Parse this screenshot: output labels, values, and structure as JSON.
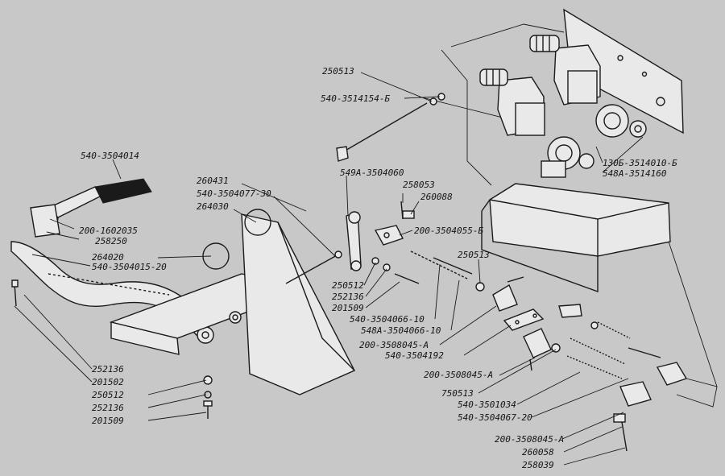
{
  "title": "Brake pedal and brake valve linkage — exploded view",
  "colors": {
    "background": "#c8c8c8",
    "ink": "#1a1a1a",
    "paper": "#e9e9e9"
  },
  "labels": {
    "l540_3504014": "540-3504014",
    "l200_1602035": "200-1602035",
    "l258250": "258250",
    "l264020": "264020",
    "l540_3504015_20": "540-3504015-20",
    "l252136_left": "252136",
    "l201502": "201502",
    "l250512_left": "250512",
    "l252136_left2": "252136",
    "l201509_left": "201509",
    "l260431": "260431",
    "l540_3504077_30": "540-3504077-30",
    "l264030": "264030",
    "l250513_top": "250513",
    "l540_3514154_b": "540-3514154-Б",
    "l549a_3504060": "549А-3504060",
    "l258053": "258053",
    "l260088": "260088",
    "l200_3504055_b": "200-3504055-Б",
    "l250513_mid": "250513",
    "l250512_mid": "250512",
    "l252136_mid": "252136",
    "l201509_mid": "201509",
    "l540_3504066_10": "540-3504066-10",
    "l548a_3504066_10": "548А-3504066-10",
    "l200_3508045_a_1": "200-3508045-А",
    "l540_3504192": "540-3504192",
    "l200_3508045_a_2": "200-3508045-А",
    "l750513": "750513",
    "l540_3501034": "540-3501034",
    "l540_3504067_20": "540-3504067-20",
    "l200_3508045_a_3": "200-3508045-А",
    "l260058": "260058",
    "l258039": "258039",
    "l130b_3514010_b": "130Б-3514010-Б",
    "l548a_3514160": "548А-3514160"
  }
}
